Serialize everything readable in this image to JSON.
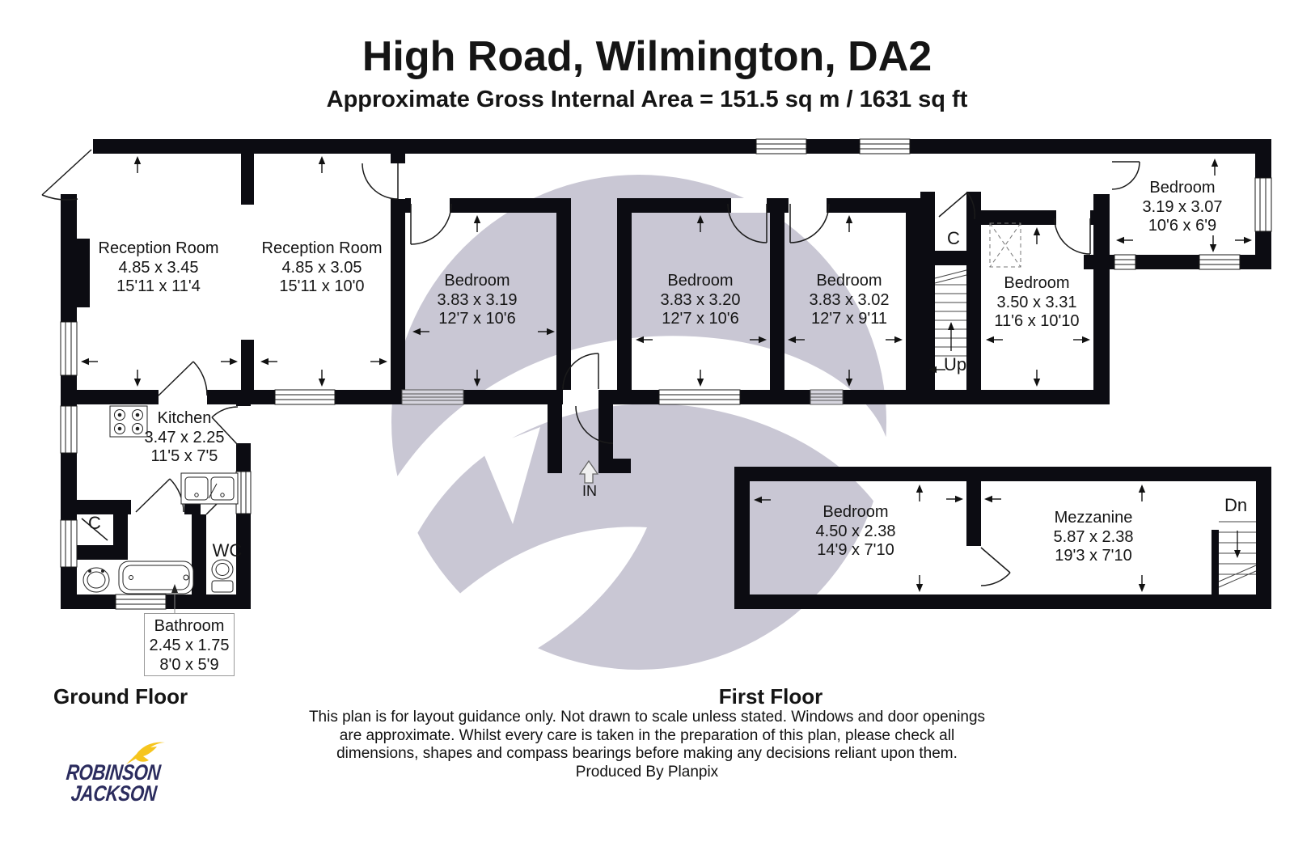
{
  "header": {
    "title": "High Road, Wilmington, DA2",
    "subtitle": "Approximate Gross Internal Area = 151.5 sq m / 1631 sq ft"
  },
  "floor_labels": {
    "ground": "Ground Floor",
    "first": "First Floor"
  },
  "rooms": {
    "reception1": {
      "name": "Reception Room",
      "metric": "4.85 x 3.45",
      "imperial": "15'11 x 11'4"
    },
    "reception2": {
      "name": "Reception Room",
      "metric": "4.85 x 3.05",
      "imperial": "15'11 x 10'0"
    },
    "bedroom1": {
      "name": "Bedroom",
      "metric": "3.83 x 3.19",
      "imperial": "12'7 x 10'6"
    },
    "bedroom2": {
      "name": "Bedroom",
      "metric": "3.83 x 3.20",
      "imperial": "12'7 x 10'6"
    },
    "bedroom3": {
      "name": "Bedroom",
      "metric": "3.83 x 3.02",
      "imperial": "12'7 x 9'11"
    },
    "bedroom4": {
      "name": "Bedroom",
      "metric": "3.50 x 3.31",
      "imperial": "11'6 x 10'10"
    },
    "bedroom5": {
      "name": "Bedroom",
      "metric": "3.19 x 3.07",
      "imperial": "10'6 x 6'9"
    },
    "kitchen": {
      "name": "Kitchen",
      "metric": "3.47 x 2.25",
      "imperial": "11'5 x 7'5"
    },
    "bathroom": {
      "name": "Bathroom",
      "metric": "2.45 x 1.75",
      "imperial": "8'0 x 5'9"
    },
    "first_bedroom": {
      "name": "Bedroom",
      "metric": "4.50 x 2.38",
      "imperial": "14'9 x 7'10"
    },
    "mezzanine": {
      "name": "Mezzanine",
      "metric": "5.87 x 2.38",
      "imperial": "19'3 x 7'10"
    }
  },
  "annotations": {
    "wc": "WC",
    "closet_hall": "C",
    "closet_wing": "C",
    "stairs_up": "Up",
    "stairs_down": "Dn",
    "entrance": "IN"
  },
  "disclaimer": {
    "line1": "This plan is for layout guidance only. Not drawn to scale unless stated. Windows and door openings",
    "line2": "are approximate. Whilst every care is taken in the preparation of this plan, please check all",
    "line3": "dimensions, shapes and compass bearings before making any decisions reliant upon them.",
    "line4": "Produced By Planpix"
  },
  "logo": {
    "line1": "ROBINSON",
    "line2": "JACKSON"
  },
  "colors": {
    "wall": "#0c0c12",
    "watermark": "#c9c7d4",
    "logo_navy": "#2b2c5e",
    "logo_yellow": "#f6c51d"
  }
}
